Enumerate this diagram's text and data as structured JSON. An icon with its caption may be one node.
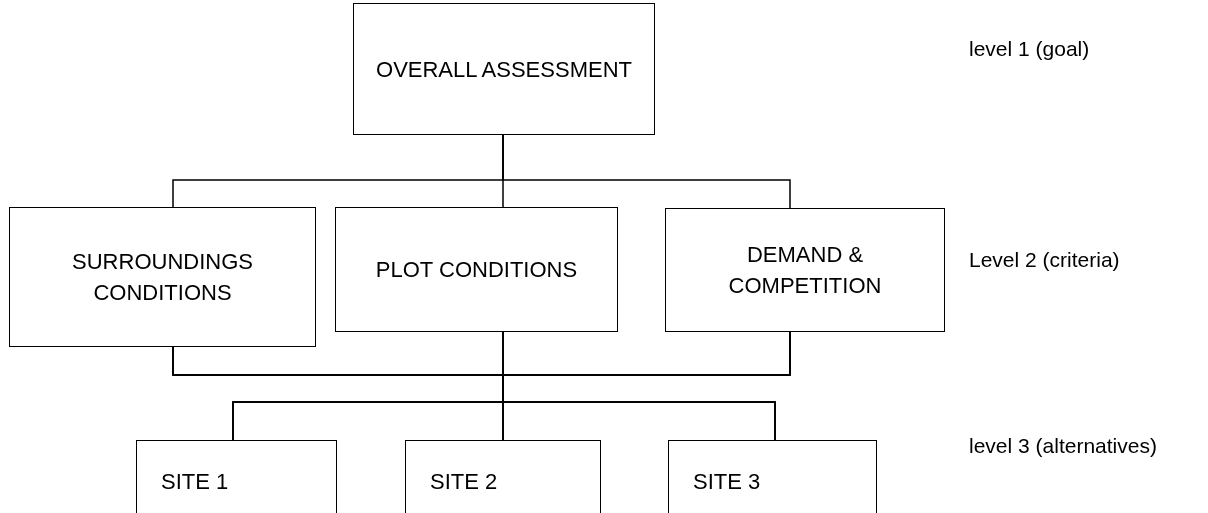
{
  "diagram": {
    "nodes": [
      {
        "text": [
          "OVERALL ASSESSMENT"
        ]
      },
      {
        "text": [
          "SURROUNDINGS CONDITIONS"
        ]
      },
      {
        "text": [
          "PLOT CONDITIONS"
        ]
      },
      {
        "text": [
          "DEMAND & COMPETITION"
        ]
      },
      {
        "text": [
          "SITE 1"
        ]
      },
      {
        "text": [
          "SITE 2"
        ]
      },
      {
        "text": [
          "SITE 3"
        ]
      }
    ],
    "edges": [
      {
        "from": 0,
        "to": 1,
        "arrow": "none"
      },
      {
        "from": 0,
        "to": 2,
        "arrow": "none"
      },
      {
        "from": 0,
        "to": 3,
        "arrow": "none"
      },
      {
        "from": 1,
        "to": 4,
        "arrow": "none"
      },
      {
        "from": 1,
        "to": 5,
        "arrow": "none"
      },
      {
        "from": 1,
        "to": 6,
        "arrow": "none"
      },
      {
        "from": 2,
        "to": 4,
        "arrow": "none"
      },
      {
        "from": 2,
        "to": 5,
        "arrow": "none"
      },
      {
        "from": 2,
        "to": 6,
        "arrow": "none"
      },
      {
        "from": 3,
        "to": 4,
        "arrow": "none"
      },
      {
        "from": 3,
        "to": 5,
        "arrow": "none"
      },
      {
        "from": 3,
        "to": 6,
        "arrow": "none"
      }
    ],
    "labels": [
      "level 1 (goal)",
      "Level 2 (criteria)",
      "level 3 (alternatives)"
    ]
  }
}
